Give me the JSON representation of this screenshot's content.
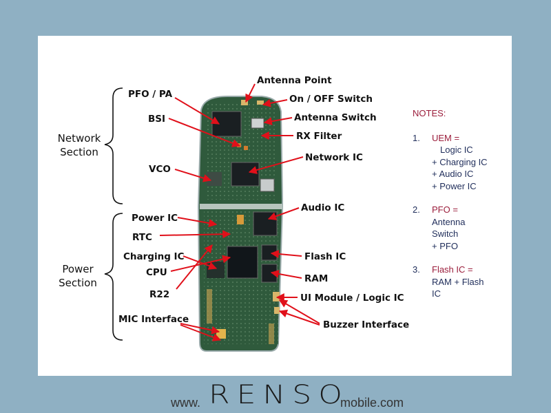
{
  "section_labels": {
    "network_line1": "Network",
    "network_line2": "Section",
    "power_line1": "Power",
    "power_line2": "Section"
  },
  "callouts": {
    "antenna_point": "Antenna Point",
    "pfo_pa": "PFO / PA",
    "on_off_switch": "On / OFF Switch",
    "bsi": "BSI",
    "antenna_switch": "Antenna Switch",
    "rx_filter": "RX Filter",
    "network_ic": "Network IC",
    "vco": "VCO",
    "audio_ic": "Audio IC",
    "power_ic": "Power IC",
    "rtc": "RTC",
    "charging_ic": "Charging IC",
    "flash_ic": "Flash IC",
    "cpu": "CPU",
    "ram": "RAM",
    "r22": "R22",
    "ui_module": "UI Module / Logic IC",
    "mic_interface": "MIC Interface",
    "buzzer_interface": "Buzzer Interface"
  },
  "notes": {
    "heading": "NOTES:",
    "items": [
      {
        "num": "1.",
        "name": "UEM =",
        "lines": [
          "Logic IC",
          "+ Charging IC",
          "+ Audio IC",
          "+ Power IC"
        ]
      },
      {
        "num": "2.",
        "name": "PFO =",
        "lines": [
          "Antenna",
          "Switch",
          "+ PFO"
        ]
      },
      {
        "num": "3.",
        "name": "Flash IC =",
        "lines": [
          "RAM + Flash",
          "IC"
        ]
      }
    ]
  },
  "footer": {
    "prefix": "www.",
    "brand": "RENSO",
    "suffix": "mobile.com"
  },
  "colors": {
    "background": "#8fb0c3",
    "arrow": "#e0101a",
    "note_name": "#9b1d3b",
    "note_text": "#1f2d5a",
    "pcb": "#2f5a3c"
  }
}
